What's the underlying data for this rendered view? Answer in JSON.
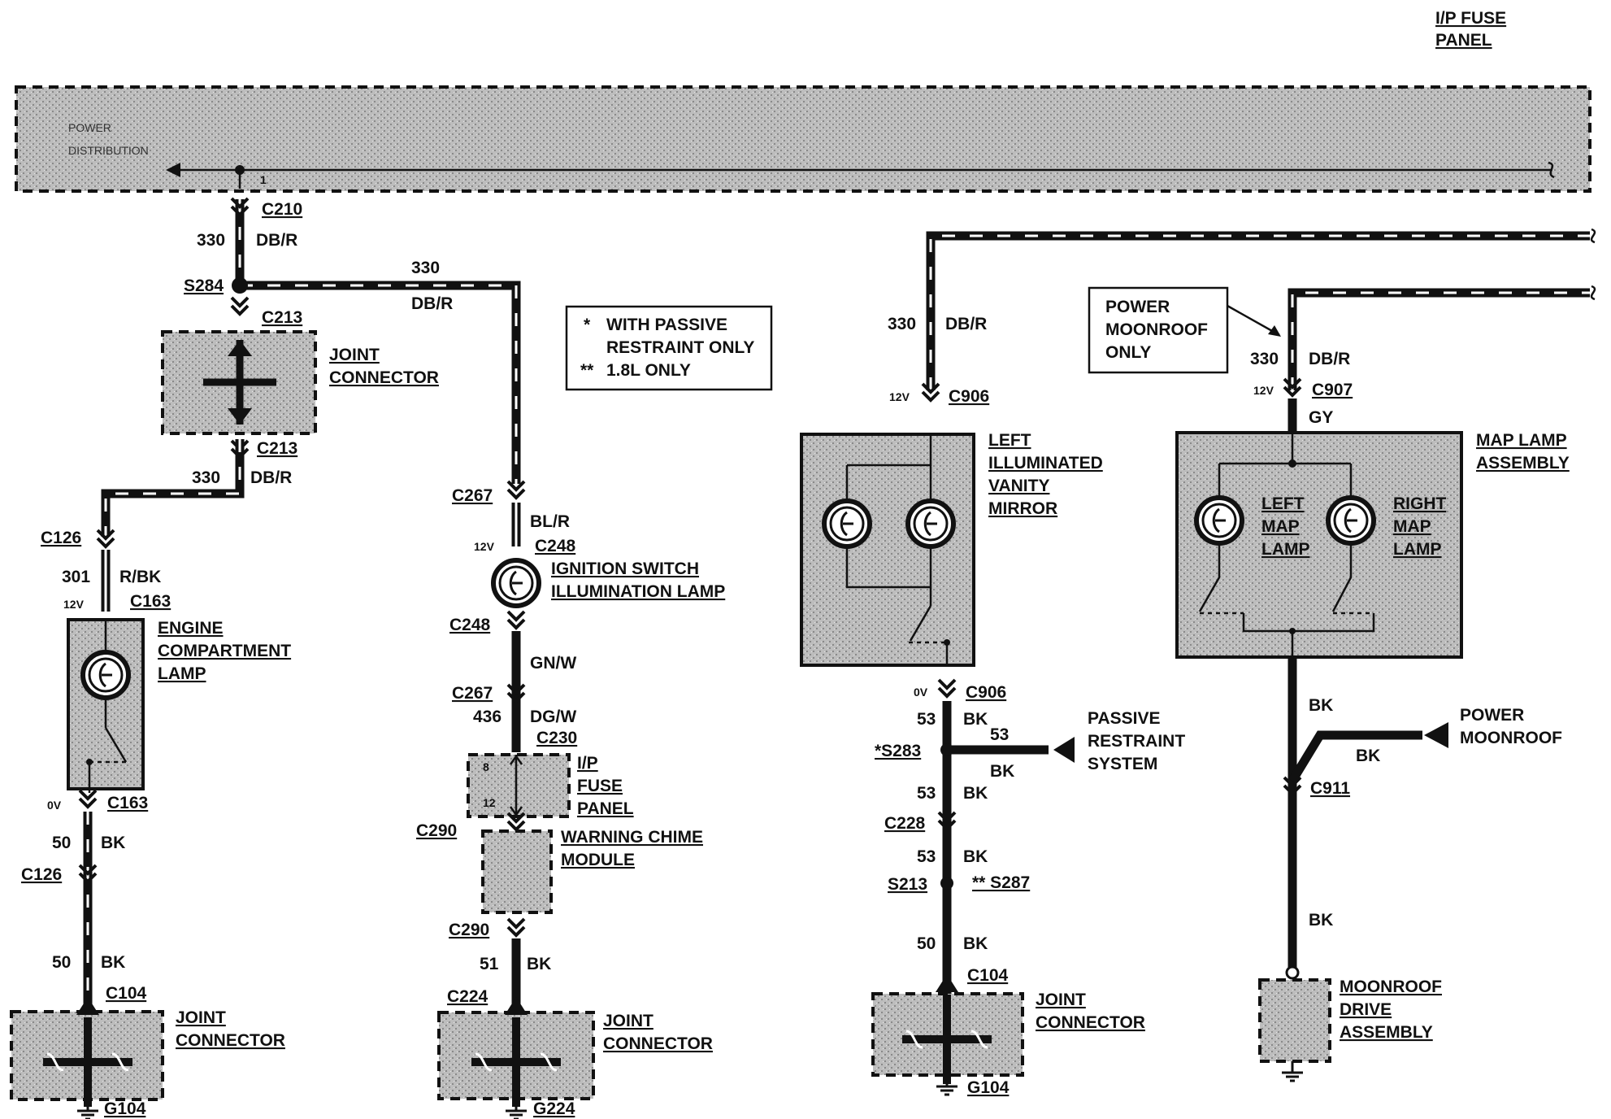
{
  "header": {
    "ip_fuse_panel_1": "I/P FUSE",
    "ip_fuse_panel_2": "PANEL"
  },
  "power_distribution": {
    "line1": "POWER",
    "line2": "DISTRIBUTION",
    "pin": "1"
  },
  "left": {
    "c210": "C210",
    "w330": "330",
    "dbr": "DB/R",
    "s284": "S284",
    "c213a": "C213",
    "jc_1": "JOINT",
    "jc_2": "CONNECTOR",
    "c213b": "C213",
    "w330b": "330",
    "dbrb": "DB/R",
    "c126a": "C126",
    "w301": "301",
    "rbk": "R/BK",
    "v12": "12V",
    "c163a": "C163",
    "ecl_1": "ENGINE",
    "ecl_2": "COMPARTMENT",
    "ecl_3": "LAMP",
    "v0": "0V",
    "c163b": "C163",
    "w50a": "50",
    "bka": "BK",
    "c126b": "C126",
    "w50b": "50",
    "bkb": "BK",
    "c104": "C104",
    "jc2_1": "JOINT",
    "jc2_2": "CONNECTOR",
    "g104": "G104"
  },
  "mid": {
    "w330": "330",
    "dbr": "DB/R",
    "c267a": "C267",
    "blr": "BL/R",
    "v12": "12V",
    "c248a": "C248",
    "isl_1": "IGNITION SWITCH",
    "isl_2": "ILLUMINATION LAMP",
    "c248b": "C248",
    "gnw": "GN/W",
    "c267b": "C267",
    "w436": "436",
    "dgw": "DG/W",
    "c230": "C230",
    "pin8": "8",
    "pin12": "12",
    "ipf_1": "I/P",
    "ipf_2": "FUSE",
    "ipf_3": "PANEL",
    "c290a": "C290",
    "wcm_1": "WARNING CHIME",
    "wcm_2": "MODULE",
    "c290b": "C290",
    "w51": "51",
    "bk": "BK",
    "c224": "C224",
    "jc_1": "JOINT",
    "jc_2": "CONNECTOR",
    "g224": "G224"
  },
  "note": {
    "l1_mark": "*",
    "l1": "WITH PASSIVE",
    "l2": "RESTRAINT ONLY",
    "l3_mark": "**",
    "l3": "1.8L ONLY"
  },
  "vanity": {
    "w330": "330",
    "dbr": "DB/R",
    "v12": "12V",
    "c906a": "C906",
    "lvm_1": "LEFT",
    "lvm_2": "ILLUMINATED",
    "lvm_3": "VANITY",
    "lvm_4": "MIRROR",
    "v0": "0V",
    "c906b": "C906",
    "w53a": "53",
    "bka": "BK",
    "s283": "*S283",
    "w53b": "53",
    "bkb": "BK",
    "prs_1": "PASSIVE",
    "prs_2": "RESTRAINT",
    "prs_3": "SYSTEM",
    "w53c": "53",
    "bkc": "BK",
    "c228": "C228",
    "w53d": "53",
    "bkd": "BK",
    "s213": "S213",
    "s287": "** S287",
    "w50": "50",
    "bke": "BK",
    "c104": "C104",
    "jc_1": "JOINT",
    "jc_2": "CONNECTOR",
    "g104": "G104"
  },
  "map": {
    "pmo_1": "POWER",
    "pmo_2": "MOONROOF",
    "pmo_3": "ONLY",
    "w330": "330",
    "dbr": "DB/R",
    "v12": "12V",
    "c907": "C907",
    "gy": "GY",
    "mla_1": "MAP LAMP",
    "mla_2": "ASSEMBLY",
    "lml_1": "LEFT",
    "lml_2": "MAP",
    "lml_3": "LAMP",
    "rml_1": "RIGHT",
    "rml_2": "MAP",
    "rml_3": "LAMP",
    "bka": "BK",
    "pm_1": "POWER",
    "pm_2": "MOONROOF",
    "bkb": "BK",
    "c911": "C911",
    "bkc": "BK",
    "mda_1": "MOONROOF",
    "mda_2": "DRIVE",
    "mda_3": "ASSEMBLY"
  }
}
